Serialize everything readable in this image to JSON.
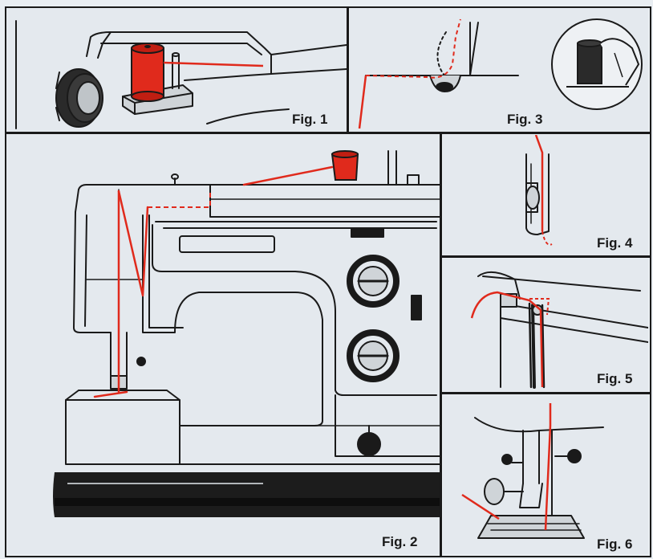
{
  "figures": [
    {
      "id": "fig1",
      "caption": "Fig. 1"
    },
    {
      "id": "fig2",
      "caption": "Fig. 2"
    },
    {
      "id": "fig3",
      "caption": "Fig. 3"
    },
    {
      "id": "fig4",
      "caption": "Fig. 4"
    },
    {
      "id": "fig5",
      "caption": "Fig. 5"
    },
    {
      "id": "fig6",
      "caption": "Fig. 6"
    }
  ],
  "colors": {
    "background": "#e4e9ee",
    "line": "#1a1a1a",
    "thread": "#e02a1c",
    "base": "#1c1c1c"
  }
}
